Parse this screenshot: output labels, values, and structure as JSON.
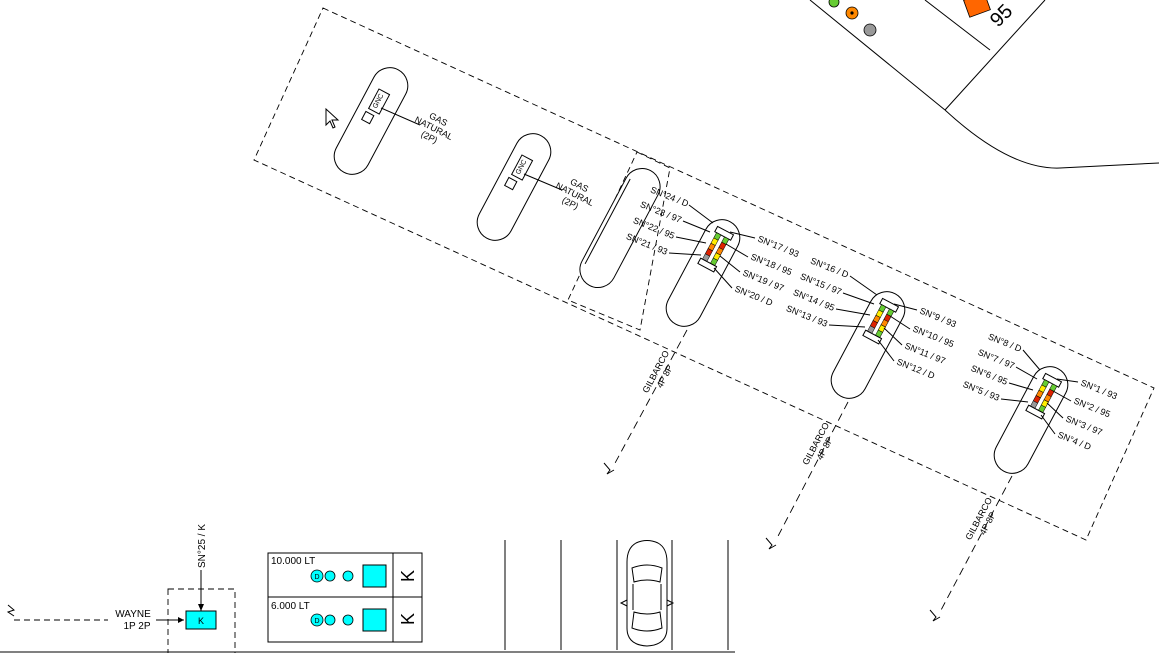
{
  "colors": {
    "cyan": "#00ffff",
    "orange": "#ff6600",
    "nozzle_green": "#66cc33",
    "nozzle_yellow": "#ffee00",
    "nozzle_red": "#dd2200",
    "nozzle_orange": "#ff8800",
    "nozzle_gray": "#999999"
  },
  "cursor": {
    "icon": "mouse-pointer-icon"
  },
  "top_corner": {
    "pump_number": "95"
  },
  "gnc_islands": [
    {
      "badge": "GNC",
      "label_lines": [
        "GAS",
        "NATURAL",
        "(2P)"
      ]
    },
    {
      "badge": "GNC",
      "label_lines": [
        "GAS",
        "NATURAL",
        "(2P)"
      ]
    }
  ],
  "dispensers": [
    {
      "brand_lines": [
        "GILBARCO",
        "4P 8P"
      ],
      "left_nozzles": [
        "SN°24 / D",
        "SN°23 / 97",
        "SN°22 / 95",
        "SN°21 / 93"
      ],
      "right_nozzles": [
        "SN°17 / 93",
        "SN°18 / 95",
        "SN°19 / 97",
        "SN°20 / D"
      ]
    },
    {
      "brand_lines": [
        "GILBARCO",
        "4P 8P"
      ],
      "left_nozzles": [
        "SN°16 / D",
        "SN°15 / 97",
        "SN°14 / 95",
        "SN°13 / 93"
      ],
      "right_nozzles": [
        "SN°9 / 93",
        "SN°10 / 95",
        "SN°11 / 97",
        "SN°12 / D"
      ]
    },
    {
      "brand_lines": [
        "GILBARCO",
        "4P 8P"
      ],
      "left_nozzles": [
        "SN°8 / D",
        "SN°7 / 97",
        "SN°6 / 95",
        "SN°5 / 93"
      ],
      "right_nozzles": [
        "SN°1 / 93",
        "SN°2 / 95",
        "SN°3 / 97",
        "SN°4 / D"
      ]
    }
  ],
  "kerosene": {
    "nozzle_label": "SN°25 / K",
    "brand_lines": [
      "WAYNE",
      "1P 2P"
    ],
    "box_letter": "K"
  },
  "tanks": [
    {
      "capacity": "10.000 LT",
      "manhole": "D",
      "letter": "K"
    },
    {
      "capacity": "6.000 LT",
      "manhole": "D",
      "letter": "K"
    }
  ]
}
